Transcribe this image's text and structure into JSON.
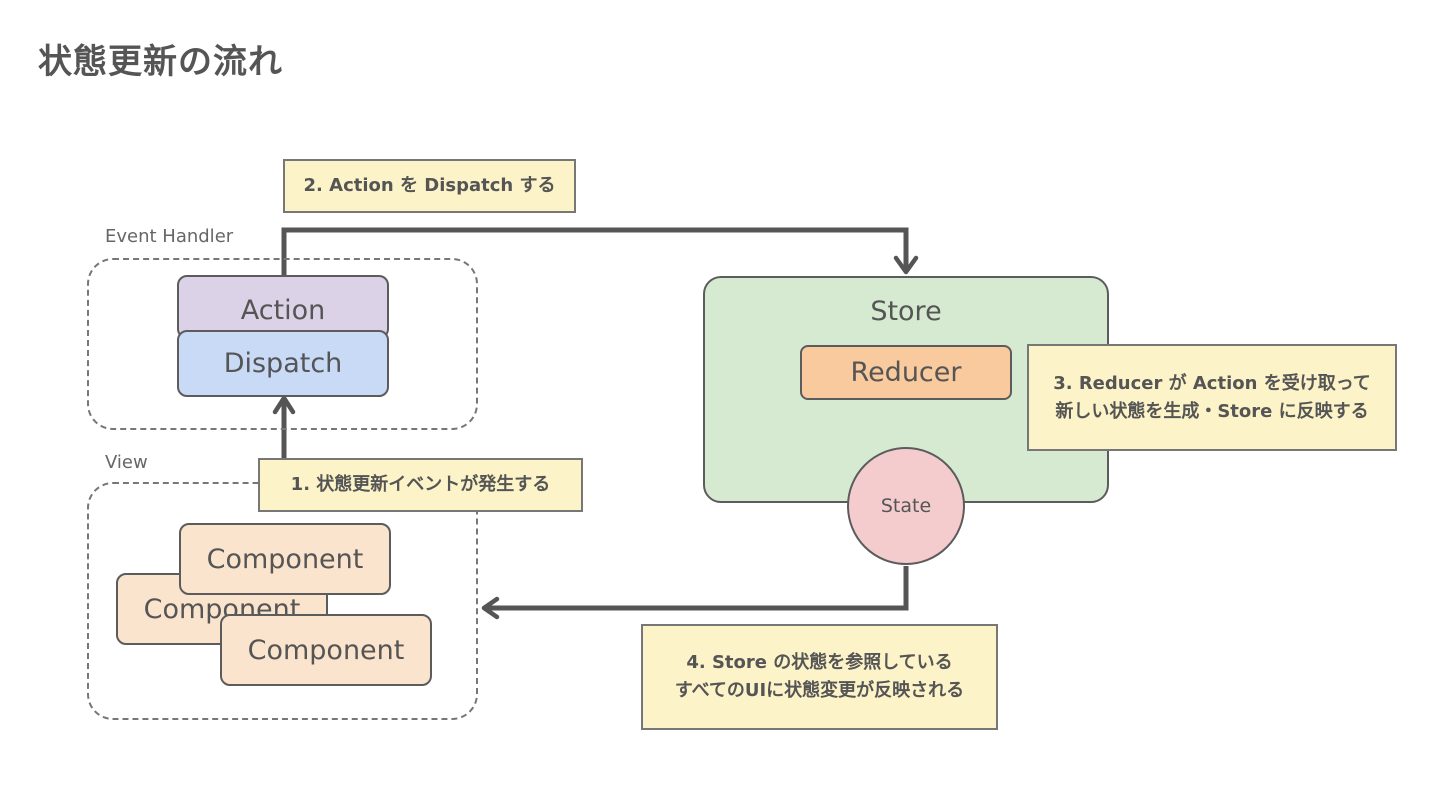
{
  "title": "状態更新の流れ",
  "groups": {
    "event_handler": "Event Handler",
    "view": "View"
  },
  "boxes": {
    "action": "Action",
    "dispatch": "Dispatch",
    "store": "Store",
    "reducer": "Reducer",
    "state": "State",
    "components": [
      "Component",
      "Component",
      "Component"
    ]
  },
  "notes": {
    "step1": [
      "1. 状態更新イベントが発生する"
    ],
    "step2": [
      "2. Action を Dispatch する"
    ],
    "step3": [
      "3. Reducer が Action を受け取って",
      "新しい状態を生成・Store に反映する"
    ],
    "step4": [
      "4. Store の状態を参照している",
      "すべてのUIに状態変更が反映される"
    ]
  },
  "colors": {
    "action": "#dcd2e8",
    "dispatch": "#c8daf5",
    "component": "#fbe4cd",
    "store": "#d6ead2",
    "reducer": "#f8ca9e",
    "state": "#f4ccce",
    "note": "#fdf3c8",
    "arrow": "#555555"
  }
}
